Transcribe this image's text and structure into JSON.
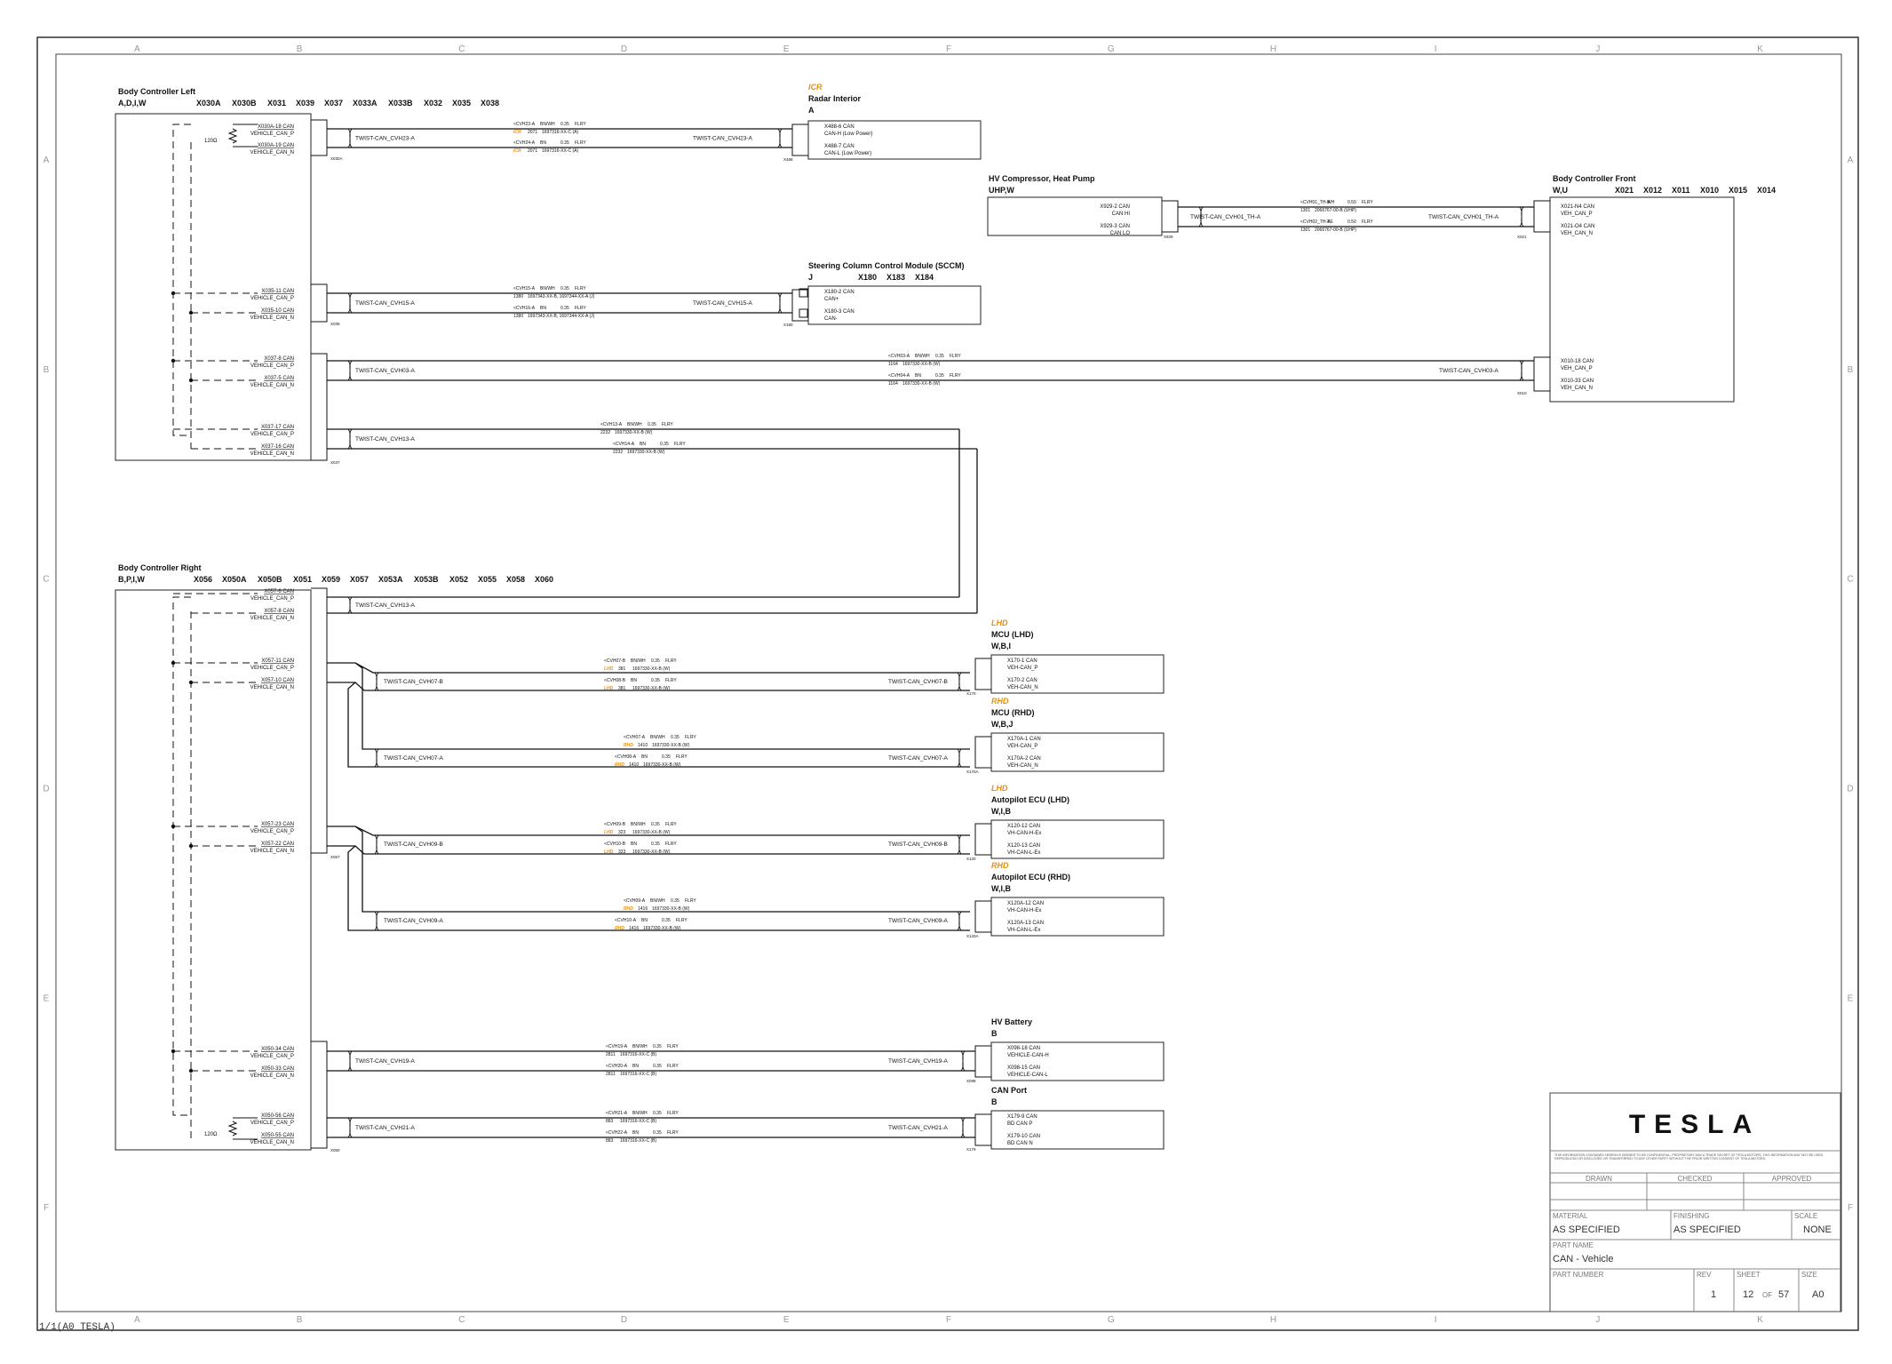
{
  "grid": {
    "columns": [
      "A",
      "B",
      "C",
      "D",
      "E",
      "F",
      "G",
      "H",
      "I",
      "J",
      "K"
    ],
    "rows": [
      "A",
      "B",
      "C",
      "D",
      "E",
      "F"
    ]
  },
  "modules": {
    "bcl": {
      "title": "Body Controller Left",
      "variant": "A,D,I,W",
      "connectors": [
        "X030A",
        "X030B",
        "X031",
        "X039",
        "X037",
        "X033A",
        "X033B",
        "X032",
        "X035",
        "X038"
      ]
    },
    "bcr": {
      "title": "Body Controller Right",
      "variant": "B,P,I,W",
      "connectors": [
        "X056",
        "X050A",
        "X050B",
        "X051",
        "X059",
        "X057",
        "X053A",
        "X053B",
        "X052",
        "X055",
        "X058",
        "X060"
      ]
    },
    "radar": {
      "option": "ICR",
      "title": "Radar Interior",
      "variant": "A",
      "pins": [
        "X488-6 CAN",
        "CAN-H (Low Power)",
        "X488-7 CAN",
        "CAN-L (Low Power)"
      ],
      "conn": "X488"
    },
    "hvcomp": {
      "title": "HV Compressor, Heat Pump",
      "variant": "UHP,W",
      "pins": [
        "X929-2 CAN",
        "CAN HI",
        "X929-3 CAN",
        "CAN LO"
      ],
      "conn": "X929"
    },
    "bcf": {
      "title": "Body Controller Front",
      "variant": "W,U",
      "connectors": [
        "X021",
        "X012",
        "X011",
        "X010",
        "X015",
        "X014"
      ],
      "pins_top": [
        "X021-N4 CAN",
        "VEH_CAN_P",
        "X021-O4 CAN",
        "VEH_CAN_N"
      ],
      "pins_mid": [
        "X010-18 CAN",
        "VEH_CAN_P",
        "X010-33 CAN",
        "VEH_CAN_N"
      ],
      "conn_top": "X021",
      "conn_mid": "X010"
    },
    "sccm": {
      "title": "Steering Column Control Module (SCCM)",
      "variant": "J",
      "connectors": [
        "X180",
        "X183",
        "X184"
      ],
      "pins": [
        "X180-2 CAN",
        "CAN+",
        "X180-3 CAN",
        "CAN-"
      ],
      "conn": "X180"
    },
    "mcu_lhd": {
      "option": "LHD",
      "title": "MCU (LHD)",
      "variant": "W,B,I",
      "pins": [
        "X170-1 CAN",
        "VEH-CAN_P",
        "X170-2 CAN",
        "VEH-CAN_N"
      ],
      "conn": "X170"
    },
    "mcu_rhd": {
      "option": "RHD",
      "title": "MCU (RHD)",
      "variant": "W,B,J",
      "pins": [
        "X170A-1 CAN",
        "VEH-CAN_P",
        "X170A-2 CAN",
        "VEH-CAN_N"
      ],
      "conn": "X170A"
    },
    "ap_lhd": {
      "option": "LHD",
      "title": "Autopilot ECU (LHD)",
      "variant": "W,I,B",
      "pins": [
        "X120-12 CAN",
        "VH-CAN-H-Ex",
        "X120-13 CAN",
        "VH-CAN-L-Ex"
      ],
      "conn": "X120"
    },
    "ap_rhd": {
      "option": "RHD",
      "title": "Autopilot ECU (RHD)",
      "variant": "W,I,B",
      "pins": [
        "X120A-12 CAN",
        "VH-CAN-H-Ex",
        "X120A-13 CAN",
        "VH-CAN-L-Ex"
      ],
      "conn": "X120A"
    },
    "hvbatt": {
      "title": "HV Battery",
      "variant": "B",
      "pins": [
        "X098-18 CAN",
        "VEHICLE-CAN-H",
        "X098-15 CAN",
        "VEHICLE-CAN-L"
      ],
      "conn": "X098"
    },
    "canport": {
      "title": "CAN Port",
      "variant": "B",
      "pins": [
        "X179-9 CAN",
        "BD CAN P",
        "X179-10 CAN",
        "BD CAN N"
      ],
      "conn": "X179"
    }
  },
  "bcl_pins": [
    [
      "X030A-18 CAN",
      "VEHICLE_CAN_P"
    ],
    [
      "X030A-19 CAN",
      "VEHICLE_CAN_N"
    ],
    [
      "X035-11 CAN",
      "VEHICLE_CAN_P"
    ],
    [
      "X035-10 CAN",
      "VEHICLE_CAN_N"
    ],
    [
      "X037-8 CAN",
      "VEHICLE_CAN_P"
    ],
    [
      "X037-5 CAN",
      "VEHICLE_CAN_N"
    ],
    [
      "X037-17 CAN",
      "VEHICLE_CAN_P"
    ],
    [
      "X037-16 CAN",
      "VEHICLE_CAN_N"
    ]
  ],
  "bcl_conns": [
    "X030A",
    "X035",
    "X037"
  ],
  "bcr_pins": [
    [
      "X057-6 CAN",
      "VEHICLE_CAN_P"
    ],
    [
      "X057-8 CAN",
      "VEHICLE_CAN_N"
    ],
    [
      "X057-11 CAN",
      "VEHICLE_CAN_P"
    ],
    [
      "X057-10 CAN",
      "VEHICLE_CAN_N"
    ],
    [
      "X057-23 CAN",
      "VEHICLE_CAN_P"
    ],
    [
      "X057-22 CAN",
      "VEHICLE_CAN_N"
    ],
    [
      "X050-34 CAN",
      "VEHICLE_CAN_P"
    ],
    [
      "X050-33 CAN",
      "VEHICLE_CAN_N"
    ],
    [
      "X050-56 CAN",
      "VEHICLE_CAN_P"
    ],
    [
      "X050-55 CAN",
      "VEHICLE_CAN_N"
    ]
  ],
  "bcr_conns": [
    "X057",
    "X050"
  ],
  "terminator": "120Ω",
  "twists": {
    "cvh23": "TWIST-CAN_CVH23-A",
    "cvh15": "TWIST-CAN_CVH15-A",
    "cvh03": "TWIST-CAN_CVH03-A",
    "cvh13": "TWIST-CAN_CVH13-A",
    "cvh01": "TWIST-CAN_CVH01_TH-A",
    "cvh07b": "TWIST-CAN_CVH07-B",
    "cvh07a": "TWIST-CAN_CVH07-A",
    "cvh09b": "TWIST-CAN_CVH09-B",
    "cvh09a": "TWIST-CAN_CVH09-A",
    "cvh19": "TWIST-CAN_CVH19-A",
    "cvh21": "TWIST-CAN_CVH21-A"
  },
  "wires": {
    "w23p": [
      "<CVH23-A",
      "BN/WH",
      "0.35",
      "FLRY",
      "ICR",
      "2071",
      "1697316-XX-C (A)"
    ],
    "w23n": [
      "<CVH24-A",
      "BN",
      "0.35",
      "FLRY",
      "ICR",
      "2071",
      "1697316-XX-C (A)"
    ],
    "w15p": [
      "<CVH15-A",
      "BN/WH",
      "0.35",
      "FLRY",
      "1380",
      "1697343-XX-B, 1697344-XX-A (J)"
    ],
    "w15n": [
      "<CVH16-A",
      "BN",
      "0.35",
      "FLRY",
      "1380",
      "1697343-XX-B, 1697344-XX-A (J)"
    ],
    "w03p": [
      "<CVH03-A",
      "BN/WH",
      "0.35",
      "FLRY",
      "1164",
      "1697330-XX-B (W)"
    ],
    "w03n": [
      "<CVH04-A",
      "BN",
      "0.35",
      "FLRY",
      "1164",
      "1697330-XX-B (W)"
    ],
    "w13p": [
      "<CVH13-A",
      "BN/WH",
      "0.35",
      "FLRY",
      "2232",
      "1697330-XX-B (W)"
    ],
    "w13n": [
      "<CVH14-A",
      "BN",
      "0.35",
      "FLRY",
      "2232",
      "1697330-XX-B (W)"
    ],
    "w01p": [
      "<CVH01_TH-A",
      "WH",
      "0.50",
      "FLRY",
      "1301",
      "2066767-00-B (UHP)"
    ],
    "w01n": [
      "<CVH02_TH-A",
      "YE",
      "0.50",
      "FLRY",
      "1301",
      "2066767-00-B (UHP)"
    ],
    "w07bp": [
      "<CVH07-B",
      "BN/WH",
      "0.35",
      "FLRY",
      "LHD",
      "381",
      "1697330-XX-B (W)"
    ],
    "w07bn": [
      "<CVH08-B",
      "BN",
      "0.35",
      "FLRY",
      "LHD",
      "381",
      "1697330-XX-B (W)"
    ],
    "w07ap": [
      "<CVH07-A",
      "BN/WH",
      "0.35",
      "FLRY",
      "RHD",
      "1410",
      "1697330-XX-B (W)"
    ],
    "w07an": [
      "<CVH08-A",
      "BN",
      "0.35",
      "FLRY",
      "RHD",
      "1410",
      "1697330-XX-B (W)"
    ],
    "w09bp": [
      "<CVH09-B",
      "BN/WH",
      "0.35",
      "FLRY",
      "LHD",
      "323",
      "1697330-XX-B (W)"
    ],
    "w09bn": [
      "<CVH10-B",
      "BN",
      "0.35",
      "FLRY",
      "LHD",
      "323",
      "1697330-XX-B (W)"
    ],
    "w09ap": [
      "<CVH09-A",
      "BN/WH",
      "0.35",
      "FLRY",
      "RHD",
      "1416",
      "1697330-XX-B (W)"
    ],
    "w09an": [
      "<CVH10-A",
      "BN",
      "0.35",
      "FLRY",
      "RHD",
      "1416",
      "1697330-XX-B (W)"
    ],
    "w19p": [
      "<CVH19-A",
      "BN/WH",
      "0.35",
      "FLRY",
      "2811",
      "1697316-XX-C (B)"
    ],
    "w19n": [
      "<CVH20-A",
      "BN",
      "0.35",
      "FLRY",
      "2811",
      "1697316-XX-C (B)"
    ],
    "w21p": [
      "<CVH21-A",
      "BN/WH",
      "0.35",
      "FLRY",
      "883",
      "1697316-XX-C (B)"
    ],
    "w21n": [
      "<CVH22-A",
      "BN",
      "0.35",
      "FLRY",
      "883",
      "1697316-XX-C (B)"
    ]
  },
  "title_block": {
    "logo": "TESLA",
    "notice": "THIS INFORMATION CONTAINED HEREIN IS DEEMED TO BE CONFIDENTIAL, PROPRIETARY AND A TRADE SECRET OF TESLA MOTORS. THIS INFORMATION MAY NOT BE USED, REPRODUCED OR DISCLOSED OR TRANSFERRED TO ANY OTHER PARTY WITHOUT THE PRIOR WRITTEN CONSENT OF TESLA MOTORS.",
    "drawn": "DRAWN",
    "checked": "CHECKED",
    "approved": "APPROVED",
    "material_lbl": "MATERIAL",
    "material": "AS SPECIFIED",
    "finishing_lbl": "FINISHING",
    "finishing": "AS SPECIFIED",
    "scale_lbl": "SCALE",
    "scale": "NONE",
    "partname_lbl": "PART NAME",
    "partname": "CAN - Vehicle",
    "partnumber_lbl": "PART NUMBER",
    "rev_lbl": "REV",
    "rev": "1",
    "sheet_lbl": "SHEET",
    "sheet": "12",
    "of": "OF",
    "sheets": "57",
    "size_lbl": "SIZE",
    "size": "A0"
  },
  "footer": "1/1(A0 TESLA)"
}
